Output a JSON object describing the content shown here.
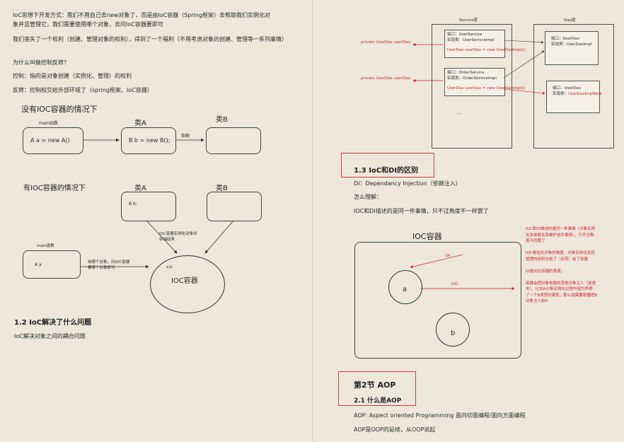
{
  "left": {
    "intro1": "IoC思想下开发方式：我们不用自己去new对象了，而是由IoC容器（Spring框架）去帮助我们实例化对",
    "intro2": "象并且管理它，我们需要使用哪个对象，去问IoC容器要即可",
    "lose": "我们丧失了一个权利（创建、管理对象的权利），得到了一个福利（不用考虑对象的创建、管理等一系列事情）",
    "why": "为什么叫做控制反转？",
    "control": "控制：指的是对象创建（实例化、管理）的权利",
    "inversion": "反转：控制权交给外部环境了（spring框架、IoC容器）",
    "diagram1": {
      "heading": "没有IOC容器的情况下",
      "main_label": "main函数",
      "main_code": "A  a = new A()",
      "classA_label": "类A",
      "classA_code": "B b = new B();",
      "depends": "依赖",
      "classB_label": "类B"
    },
    "diagram2": {
      "heading": "有IOC容器的情况下",
      "classA_label": "类A",
      "classA_code": "B  b;",
      "classB_label": "类B",
      "note_top": "IOC容器实例化对象并",
      "note_top2": "存储起来",
      "main_label": "main函数",
      "main_code": "A a",
      "note_left": "用哪个对象，问IOC容器",
      "note_left2": "要哪个对象即可",
      "ab": "a,b",
      "ioc": "IOC容器"
    },
    "section": "1.2 IoC解决了什么问题",
    "section_text": "IoC解决对象之间的耦合问题"
  },
  "right": {
    "service_title": "Service层",
    "dao_title": "Dao层",
    "svc1_if": "接口：UserService",
    "svc1_impl": "实现类：UserSerivceImpl",
    "svc1_field": "UserDao userDao = new UserDaoImpl();",
    "svc2_if": "接口：OrderService",
    "svc2_impl": "实现类：OrderServiceImpl",
    "svc2_field": "UserDao userDao = new UserDaoImpl();",
    "ellipsis": "......",
    "dao1_if": "接口：UserDao",
    "dao1_impl": "实现类：UserDaoImpl",
    "dao2_if": "接口：UserDao",
    "dao2_impl": "实现类：",
    "dao2_impl_red": "UserDaoImplNew",
    "private1": "private UserDao userDao;",
    "private2": "private UserDao userDao;",
    "section": "1.3 IoC和DI的区别",
    "di": "DI：Dependancy Injection（依赖注入）",
    "how": "怎么理解：",
    "same": "IOC和DI描述的是同一件事情，只不过角度不一样罢了",
    "ioc_title": "IOC容器",
    "di_arrow": "DI",
    "ioc_arrow": "IOC",
    "a": "a",
    "b": "b",
    "notes": [
      "IOC和DI描述的是同一件事情（对象实例",
      "化及依赖关系维护这件事情），只不过角",
      "度不同罢了",
      "",
      "IOC是站在对象的角度，对象实例化及其",
      "管理的权利交给了（反转）给了容器",
      "",
      "DI是站在容器的角度，",
      "",
      "容器会把对象依赖的其他对象注入（送进",
      "去），比如A对象实例化过程中因为声明",
      "了一个B类型的属性，那么就需要容器把B",
      "对象注入给A"
    ],
    "chapter": "第2节 AOP",
    "sub": "2.1 什么是AOP",
    "aop1": "AOP: Aspect oriented Programming 面向切面编程/面向方面编程",
    "aop2": "AOP是OOP的延续，从OOP说起"
  },
  "colors": {
    "red": "#d02020",
    "paper": "#ede7dc"
  }
}
